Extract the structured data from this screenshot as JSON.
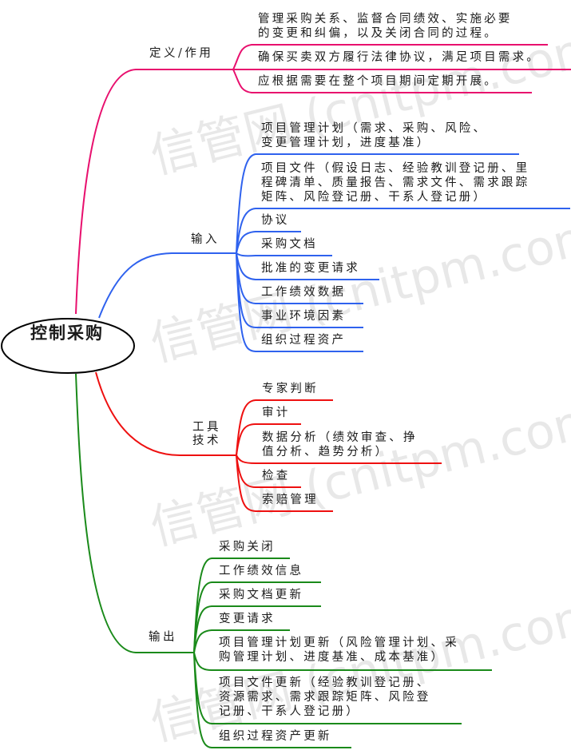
{
  "root": {
    "label": "控制采购"
  },
  "colors": {
    "definition": "#e8106e",
    "inputs": "#2f62ee",
    "tools": "#ee1010",
    "outputs": "#1a8a1a",
    "root_border": "#000000"
  },
  "branches": {
    "definition": {
      "label": "定义/作用",
      "items": [
        {
          "text": "管理采购关系、监督合同绩效、实施必要\n的变更和纠偏，以及关闭合同的过程。"
        },
        {
          "text": "确保买卖双方履行法律协议，满足项目需求。"
        },
        {
          "text": "应根据需要在整个项目期间定期开展。"
        }
      ]
    },
    "inputs": {
      "label": "输入",
      "items": [
        {
          "text": "项目管理计划（需求、采购、风险、\n变更管理计划，进度基准）"
        },
        {
          "text": "项目文件（假设日志、经验教训登记册、里\n程碑清单、质量报告、需求文件、需求跟踪\n矩阵、风险登记册、干系人登记册）"
        },
        {
          "text": "协议"
        },
        {
          "text": "采购文档"
        },
        {
          "text": "批准的变更请求"
        },
        {
          "text": "工作绩效数据"
        },
        {
          "text": "事业环境因素"
        },
        {
          "text": "组织过程资产"
        }
      ]
    },
    "tools": {
      "label": "工具\n技术",
      "items": [
        {
          "text": "专家判断"
        },
        {
          "text": "审计"
        },
        {
          "text": "数据分析（绩效审查、挣\n值分析、趋势分析）"
        },
        {
          "text": "检查"
        },
        {
          "text": "索赔管理"
        }
      ]
    },
    "outputs": {
      "label": "输出",
      "items": [
        {
          "text": "采购关闭"
        },
        {
          "text": "工作绩效信息"
        },
        {
          "text": "采购文档更新"
        },
        {
          "text": "变更请求"
        },
        {
          "text": "项目管理计划更新（风险管理计划、采\n购管理计划、进度基准、成本基准）"
        },
        {
          "text": "项目文件更新（经验教训登记册、\n资源需求、需求跟踪矩阵、风险登\n记册、干系人登记册）"
        },
        {
          "text": "组织过程资产更新"
        }
      ]
    }
  },
  "watermark": {
    "text_cn": "信管网",
    "text_url": "(cnitpm.com)"
  }
}
